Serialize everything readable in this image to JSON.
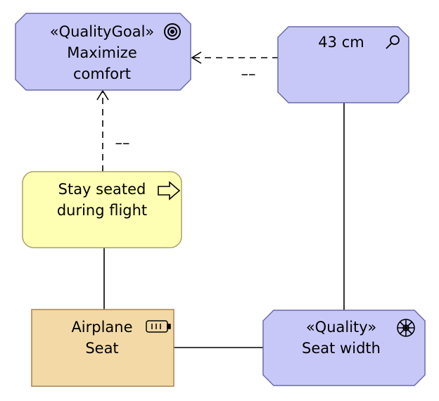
{
  "colors": {
    "quality_fill": "#c8c8f8",
    "quality_stroke": "#6a6aa8",
    "task_fill": "#ffffb4",
    "task_stroke": "#a6a664",
    "resource_fill": "#f2d9a6",
    "resource_stroke": "#a68450",
    "line": "#000000"
  },
  "nodes": {
    "quality_goal": {
      "stereotype": "«QualityGoal»",
      "line1": "Maximize",
      "line2": "comfort",
      "icon": "target-icon"
    },
    "measure": {
      "label": "43 cm",
      "icon": "magnifier-icon"
    },
    "task": {
      "line1": "Stay seated",
      "line2": "during flight",
      "icon": "arrow-right-icon"
    },
    "resource": {
      "line1": "Airplane",
      "line2": "Seat",
      "icon": "battery-icon"
    },
    "quality": {
      "stereotype": "«Quality»",
      "label": "Seat width",
      "icon": "wheel-icon"
    }
  },
  "edges": {
    "measure_to_goal_label": "––",
    "task_to_goal_label": "––"
  }
}
